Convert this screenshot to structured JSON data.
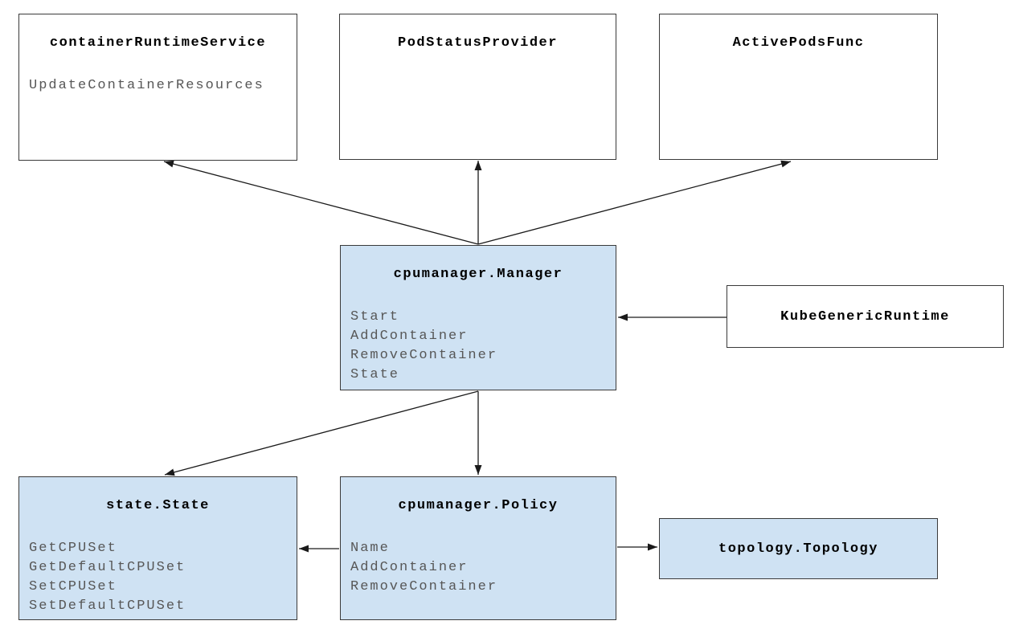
{
  "diagram": {
    "colors": {
      "highlight_fill": "#cfe2f3",
      "plain_fill": "#ffffff",
      "border": "#3a3a3a",
      "title_text": "#000000",
      "method_text": "#575757",
      "arrow": "#1a1a1a"
    },
    "nodes": {
      "container_runtime_service": {
        "title": "containerRuntimeService",
        "methods": [
          "UpdateContainerResources"
        ]
      },
      "pod_status_provider": {
        "title": "PodStatusProvider",
        "methods": []
      },
      "active_pods_func": {
        "title": "ActivePodsFunc",
        "methods": []
      },
      "cpumanager_manager": {
        "title": "cpumanager.Manager",
        "methods": [
          "Start",
          "AddContainer",
          "RemoveContainer",
          "State"
        ]
      },
      "kube_generic_runtime": {
        "title": "KubeGenericRuntime",
        "methods": []
      },
      "state_state": {
        "title": "state.State",
        "methods": [
          "GetCPUSet",
          "GetDefaultCPUSet",
          "SetCPUSet",
          "SetDefaultCPUSet"
        ]
      },
      "cpumanager_policy": {
        "title": "cpumanager.Policy",
        "methods": [
          "Name",
          "AddContainer",
          "RemoveContainer"
        ]
      },
      "topology_topology": {
        "title": "topology.Topology",
        "methods": []
      }
    },
    "edges": [
      {
        "from": "cpumanager.Manager",
        "to": "containerRuntimeService"
      },
      {
        "from": "cpumanager.Manager",
        "to": "PodStatusProvider"
      },
      {
        "from": "cpumanager.Manager",
        "to": "ActivePodsFunc"
      },
      {
        "from": "KubeGenericRuntime",
        "to": "cpumanager.Manager"
      },
      {
        "from": "cpumanager.Manager",
        "to": "cpumanager.Policy"
      },
      {
        "from": "cpumanager.Manager",
        "to": "state.State"
      },
      {
        "from": "cpumanager.Policy",
        "to": "state.State"
      },
      {
        "from": "cpumanager.Policy",
        "to": "topology.Topology"
      }
    ]
  }
}
